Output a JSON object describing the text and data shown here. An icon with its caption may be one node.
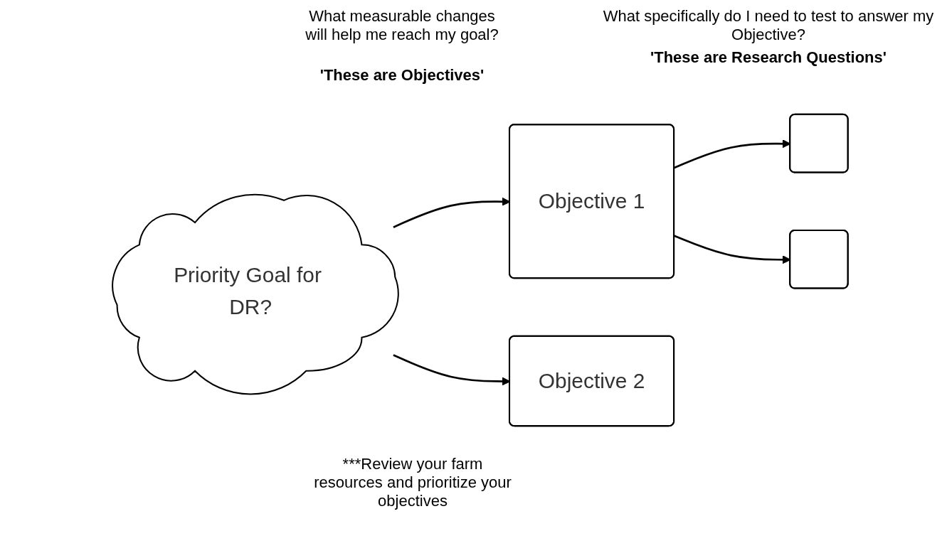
{
  "diagram": {
    "nodes": [
      {
        "text": [
          "Priority Goal for DR?"
        ]
      },
      {
        "text": [
          "Objective 1"
        ]
      },
      {
        "text": [
          "Objective 2"
        ]
      },
      {
        "text": [],
        "shape": "box"
      },
      {
        "text": [],
        "shape": "box"
      }
    ],
    "edges": [
      {
        "from": 0,
        "to": 1,
        "arrow": "to"
      },
      {
        "from": 0,
        "to": 2,
        "arrow": "to"
      },
      {
        "from": 1,
        "to": 3,
        "arrow": "to"
      },
      {
        "from": 1,
        "to": 4,
        "arrow": "to"
      }
    ],
    "labels": [
      "What measurable changes will help me reach my goal?",
      "'These are Objectives'",
      "What specifically do I need to test to answer my Objective?",
      "'These are Research Questions'",
      "***Review your farm resources and prioritize your objectives"
    ]
  }
}
